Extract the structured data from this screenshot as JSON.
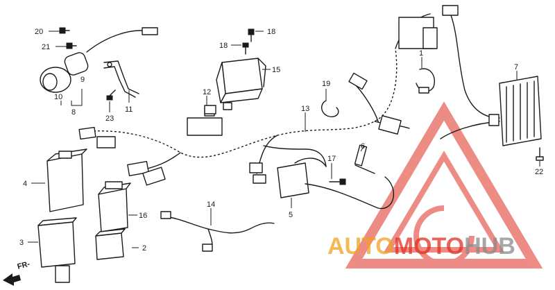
{
  "callouts": {
    "c1": "1",
    "c2": "2",
    "c3": "3",
    "c4": "4",
    "c5": "5",
    "c6": "6",
    "c7": "7",
    "c8": "8",
    "c9": "9",
    "c10": "10",
    "c11": "11",
    "c12": "12",
    "c13": "13",
    "c14": "14",
    "c15": "15",
    "c16": "16",
    "c17": "17",
    "c18a": "18",
    "c18b": "18",
    "c19": "19",
    "c20": "20",
    "c21": "21",
    "c22": "22",
    "c23": "23"
  },
  "direction_label": "FR-",
  "watermark": {
    "part1": "AUTO",
    "part2": "MOTO",
    "part3": "HUB",
    "color_orange": "#f0a020",
    "color_red": "#e03020",
    "color_gray": "#8a8a8a"
  }
}
